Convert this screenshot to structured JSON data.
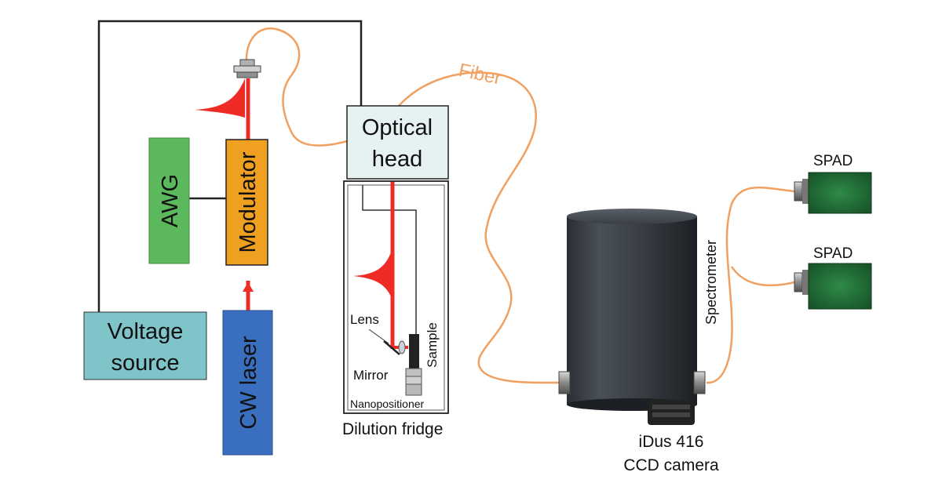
{
  "labels": {
    "awg": "AWG",
    "modulator": "Modulator",
    "voltage_line1": "Voltage",
    "voltage_line2": "source",
    "cw_laser": "CW laser",
    "optical_line1": "Optical",
    "optical_line2": "head",
    "fiber": "Fiber",
    "lens": "Lens",
    "sample": "Sample",
    "mirror": "Mirror",
    "nanopositioner": "Nanopositioner",
    "dilution_fridge": "Dilution fridge",
    "spectrometer": "Spectrometer",
    "camera_line1": "iDus 416",
    "camera_line2": "CCD camera",
    "spad_top": "SPAD",
    "spad_bottom": "SPAD"
  },
  "colors": {
    "awg": "#5cb85c",
    "modulator": "#f0a020",
    "voltage_source": "#7ec4c8",
    "cw_laser": "#3a6fc0",
    "optical_head": "#e6f1f1",
    "laser_beam": "#ee2b24",
    "fiber": "#f0a060",
    "spad": "#1e6b34"
  }
}
